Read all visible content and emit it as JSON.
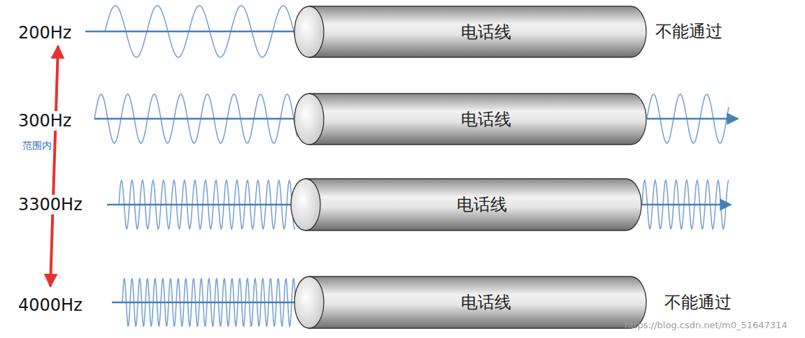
{
  "diagram": {
    "nodes": [
      {
        "text": [
          "电话线"
        ]
      },
      {
        "text": [
          "电话线"
        ]
      },
      {
        "text": [
          "电话线"
        ]
      },
      {
        "text": [
          "电话线"
        ]
      }
    ],
    "labels": [
      "200Hz",
      "不能通过",
      "300Hz",
      "范围内",
      "3300Hz",
      "4000Hz",
      "不能通过",
      "https://blog.csdn.net/m0_51647314"
    ]
  }
}
